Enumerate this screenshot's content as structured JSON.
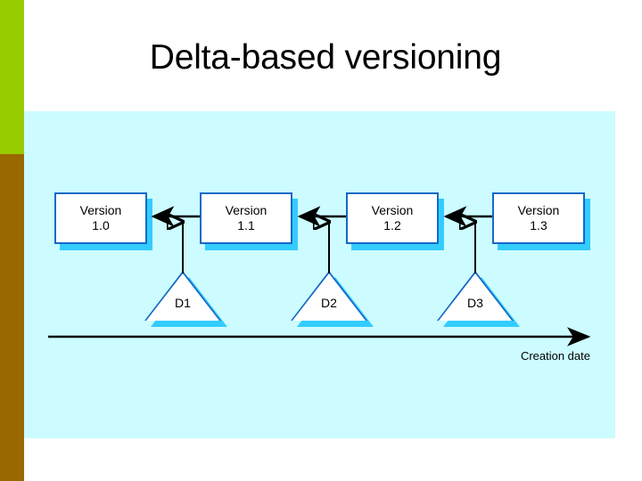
{
  "slide": {
    "title": "Delta-based versioning",
    "background_color": "#FFFFFF",
    "panel_color": "#CCFCFF",
    "accent_strip_top_color": "#97CC00",
    "accent_strip_bottom_color": "#9A6800",
    "box_border_color": "#1569C7",
    "shadow_color": "#33CCFF"
  },
  "diagram": {
    "versions": [
      {
        "name": "Version",
        "number": "1.0"
      },
      {
        "name": "Version",
        "number": "1.1"
      },
      {
        "name": "Version",
        "number": "1.2"
      },
      {
        "name": "Version",
        "number": "1.3"
      }
    ],
    "deltas": [
      {
        "label": "D1"
      },
      {
        "label": "D2"
      },
      {
        "label": "D3"
      }
    ],
    "axis_label": "Creation date"
  }
}
